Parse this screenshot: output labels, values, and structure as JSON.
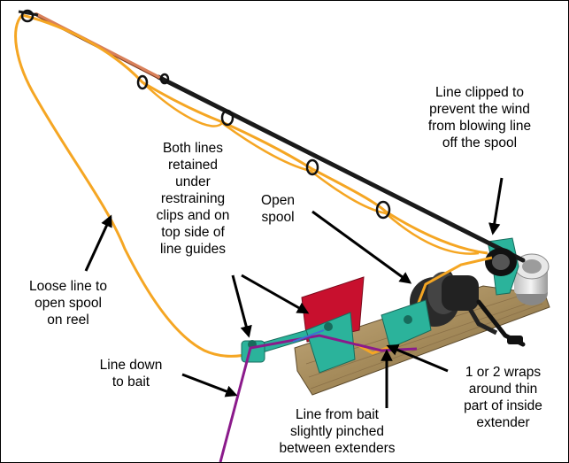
{
  "labels": {
    "clipped": "Line clipped to\nprevent the wind\nfrom blowing line\noff the spool",
    "both_lines": "Both lines\nretained\nunder\nrestraining\nclips and on\ntop side of\nline guides",
    "open_spool": "Open\nspool",
    "loose_line": "Loose line to\nopen spool\non reel",
    "line_down": "Line down\nto bait",
    "wraps": "1 or 2 wraps\naround thin\npart of inside\nextender",
    "pinched": "Line from bait\nslightly pinched\nbetween extenders"
  },
  "colors": {
    "fishing_line": "#f5a623",
    "bait_line": "#8b1a8b",
    "rod_blank": "#1a1a1a",
    "rod_tip_section": "#d9805a",
    "clip_green": "#2bb39b",
    "red_flag": "#c8102e",
    "board_wood": "#a89063",
    "reel_body": "#222222",
    "rod_holder": "#d8d8d8"
  },
  "icons": [
    "rod-guide-icon",
    "spinning-reel-icon",
    "red-flag-icon",
    "line-clip-icon",
    "extender-icon"
  ]
}
